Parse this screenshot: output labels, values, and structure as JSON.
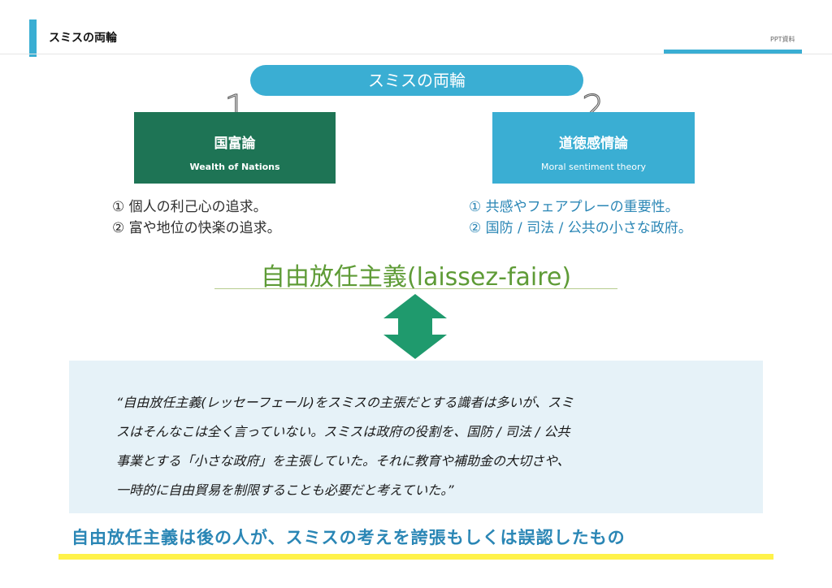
{
  "header": {
    "title": "スミスの両輪",
    "doc_label": "PPT資料"
  },
  "pill": {
    "label": "スミスの両輪"
  },
  "numbers": {
    "one": "1",
    "two": "2"
  },
  "left_box": {
    "title": "国富論",
    "subtitle": "Wealth of Nations"
  },
  "right_box": {
    "title": "道徳感情論",
    "subtitle": "Moral sentiment theory"
  },
  "left_points": [
    "① 個人の利己心の追求。",
    "② 富や地位の快楽の追求。"
  ],
  "right_points": [
    "① 共感やフェアプレーの重要性。",
    "② 国防 / 司法 / 公共の小さな政府。"
  ],
  "laissez": "自由放任主義(laissez-faire)",
  "quote_lines": [
    "“自由放任主義(レッセーフェール)をスミスの主張だとする識者は多いが、スミ",
    "スはそんなこは全く言っていない。スミスは政府の役割を、国防 / 司法 / 公共",
    "事業とする「小さな政府」を主張していた。それに教育や補助金の大切さや、",
    "一時的に自由貿易を制限することも必要だと考えていた。”"
  ],
  "conclusion": "自由放任主義は後の人が、スミスの考えを誇張もしくは誤認したもの",
  "colors": {
    "accent_blue": "#3aaed3",
    "dark_green": "#1e7455",
    "arrow_green": "#1f9a6d",
    "laissez_green": "#5e9b36",
    "text_blue": "#2a86b5",
    "highlight_yellow": "#fff24a",
    "quote_bg": "#e6f2f8"
  }
}
